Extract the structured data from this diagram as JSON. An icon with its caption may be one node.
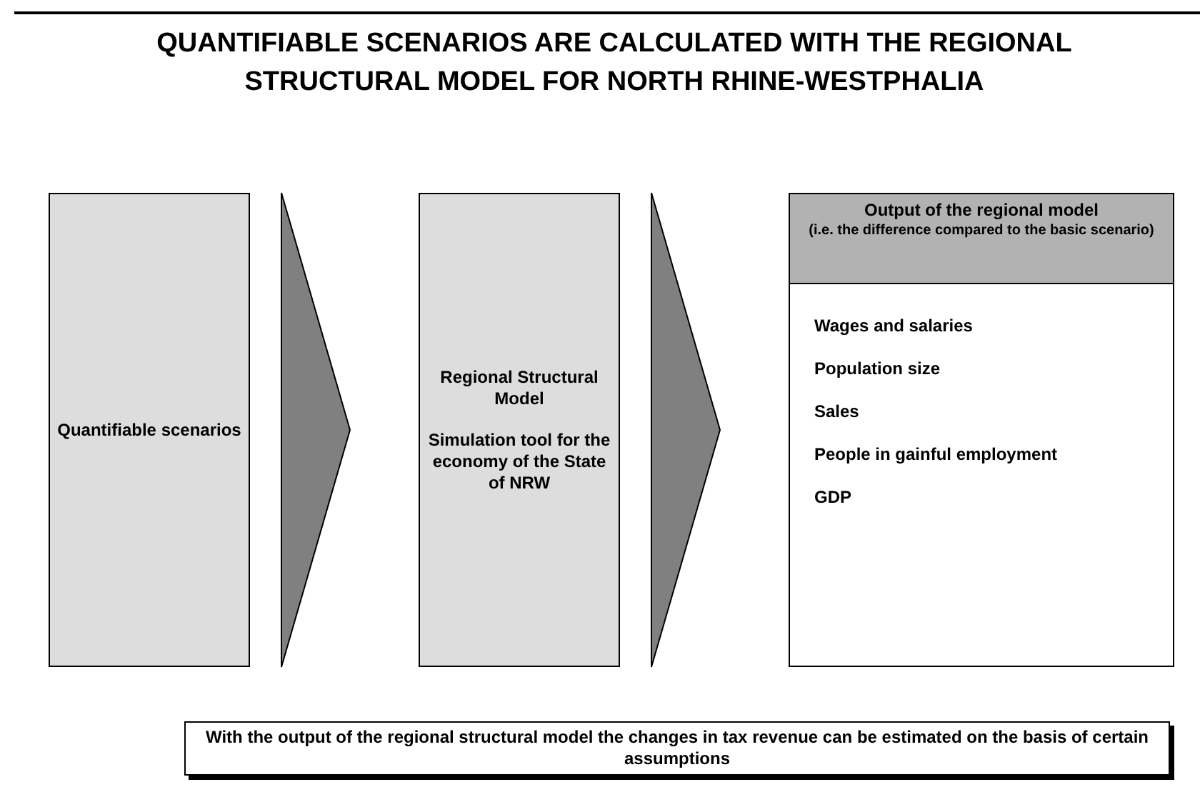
{
  "diagram": {
    "title": "QUANTIFIABLE SCENARIOS ARE CALCULATED WITH THE REGIONAL STRUCTURAL MODEL FOR NORTH RHINE-WESTPHALIA",
    "nodes": [
      {
        "text": [
          "Quantifiable scenarios"
        ]
      },
      {
        "text": [
          "Regional Structural Model",
          "Simulation tool for the economy of the State of NRW"
        ]
      },
      {
        "text": [
          "Output of the regional model",
          "(i.e. the difference compared to the basic scenario)",
          "Wages and salaries",
          "Population size",
          "Sales",
          "People in gainful employment",
          "GDP"
        ]
      },
      {
        "text": [
          "With the output of the regional structural model the changes in tax revenue can be estimated on the basis of certain assumptions"
        ]
      }
    ],
    "edges": [
      {
        "from": 0,
        "to": 1,
        "arrow": "to"
      },
      {
        "from": 1,
        "to": 2,
        "arrow": "to"
      }
    ]
  }
}
